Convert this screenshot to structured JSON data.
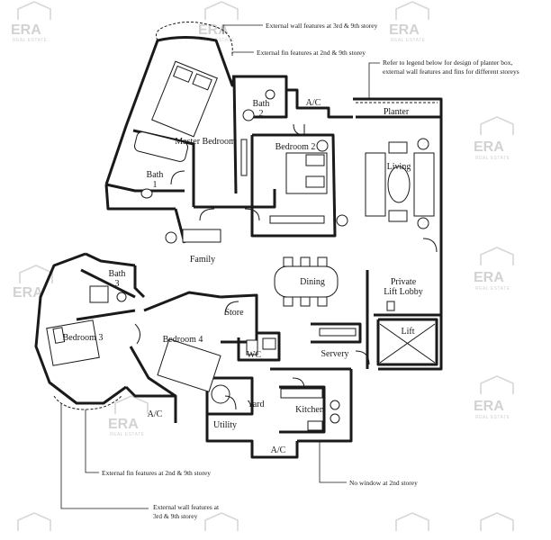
{
  "rooms": {
    "master_bedroom": "Master Bedroom",
    "bath1": "Bath\n1",
    "bath2": "Bath\n2",
    "bath3": "Bath\n3",
    "ac_top": "A/C",
    "planter": "Planter",
    "bedroom2": "Bedroom 2",
    "living": "Living",
    "family": "Family",
    "dining": "Dining",
    "private_lift_lobby": "Private\nLift Lobby",
    "lift": "Lift",
    "store": "Store",
    "bedroom3": "Bedroom 3",
    "bedroom4": "Bedroom 4",
    "wc": "WC",
    "servery": "Servery",
    "yard": "Yard",
    "kitchen": "Kitchen",
    "utility": "Utility",
    "ac_left": "A/C",
    "ac_bottom": "A/C"
  },
  "notes": {
    "ext_wall_top": "External wall features at 3rd & 9th storey",
    "ext_fin_top": "External fin features at 2nd & 9th storey",
    "legend_note_1": "Refer to legend below for design of planter box,",
    "legend_note_2": "external wall features and fins for different storeys",
    "ext_fin_bottom": "External fin features at 2nd & 9th storey",
    "no_window": "No window at 2nd storey",
    "ext_wall_bottom_1": "External wall features at",
    "ext_wall_bottom_2": "3rd & 9th storey"
  },
  "watermark": {
    "brand": "ERA",
    "sub": "REAL ESTATE",
    "color": "#d2d2d2"
  },
  "colors": {
    "line": "#1a1a1a",
    "background": "#ffffff"
  }
}
